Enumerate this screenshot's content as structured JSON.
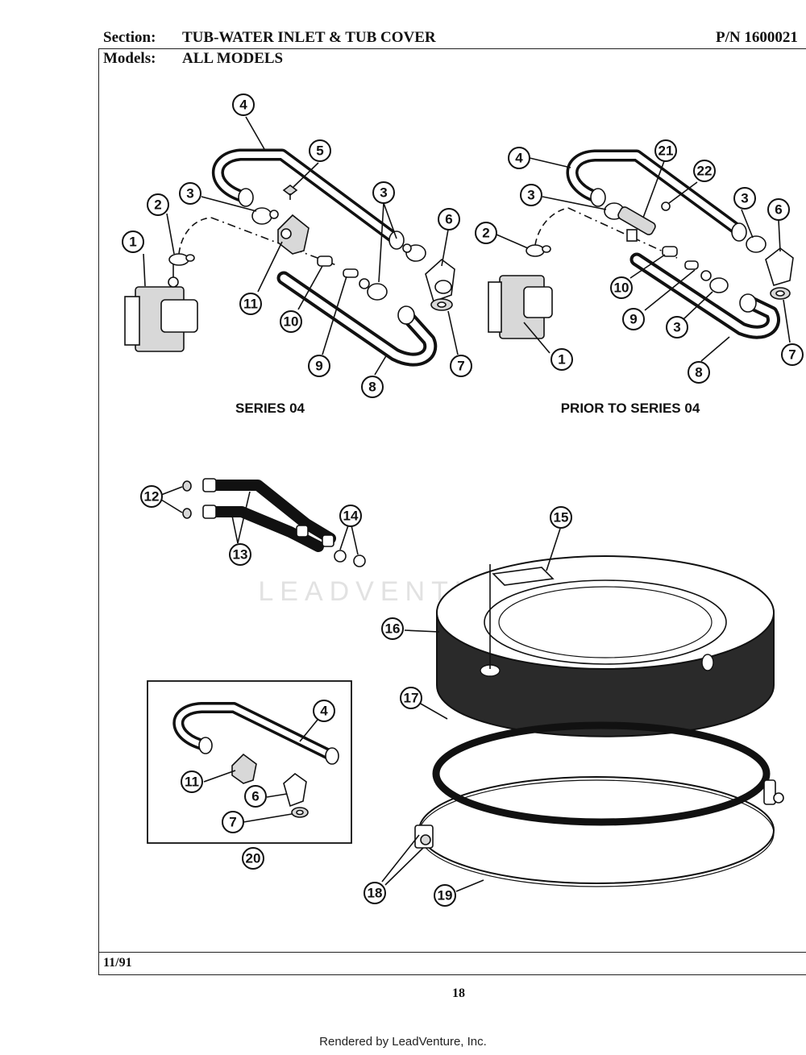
{
  "header": {
    "section_label": "Section:",
    "section_value": "TUB-WATER INLET & TUB COVER",
    "part_number": "P/N 1600021",
    "models_label": "Models:",
    "models_value": "ALL MODELS"
  },
  "captions": {
    "left_assembly": "SERIES 04",
    "right_assembly": "PRIOR TO SERIES 04"
  },
  "callouts": {
    "c1": "1",
    "c2": "2",
    "c3": "3",
    "c4": "4",
    "c5": "5",
    "c6": "6",
    "c7": "7",
    "c8": "8",
    "c9": "9",
    "c10": "10",
    "c11": "11",
    "c12": "12",
    "c13": "13",
    "c14": "14",
    "c15": "15",
    "c16": "16",
    "c17": "17",
    "c18": "18",
    "c19": "19",
    "c20": "20",
    "c21": "21",
    "c22": "22"
  },
  "watermark": "LEADVENTURE",
  "footer": {
    "date": "11/91",
    "page_number": "18",
    "rendered_by": "Rendered by LeadVenture, Inc."
  }
}
